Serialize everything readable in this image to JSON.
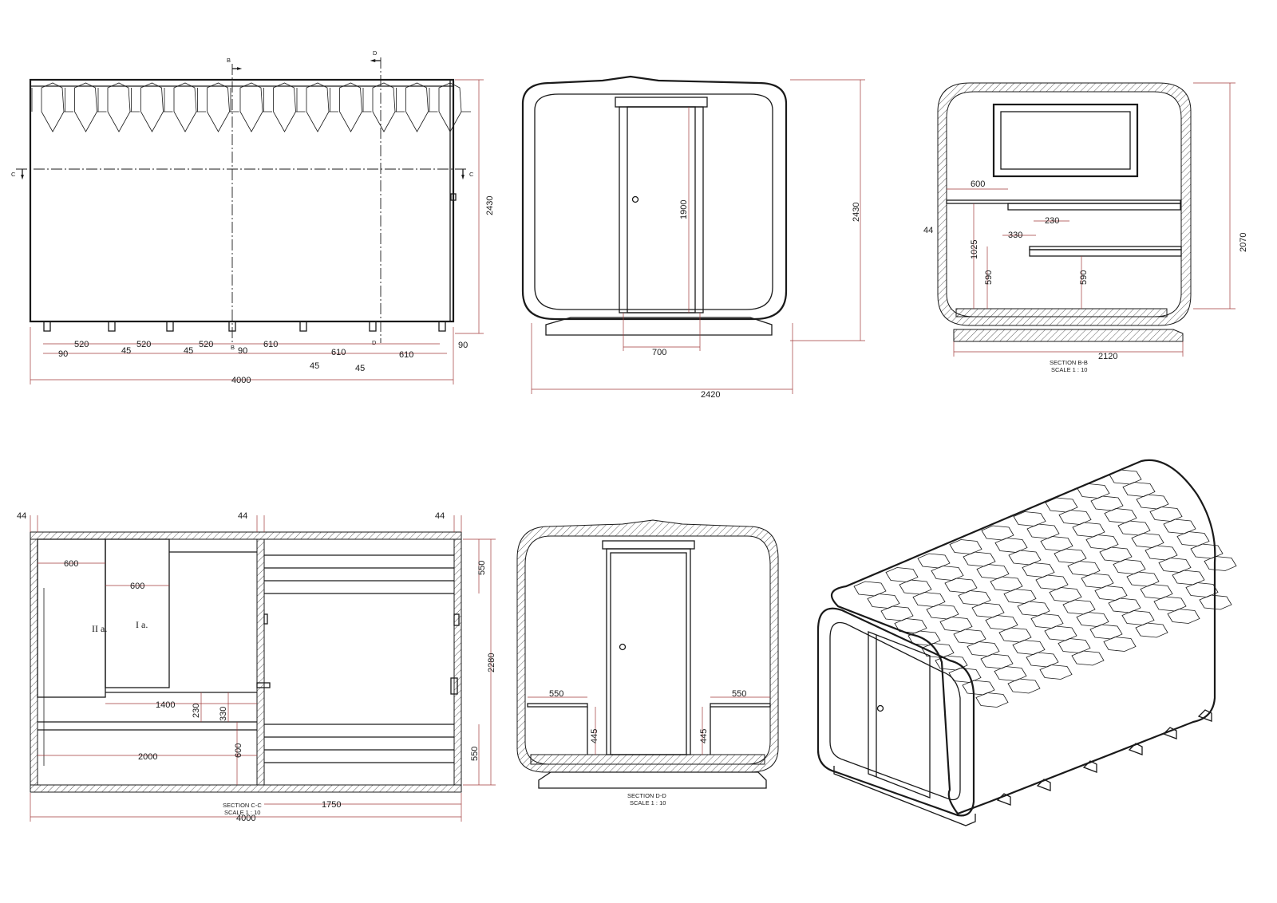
{
  "front_view": {
    "width": "4000",
    "height": "2430",
    "spacings": [
      "520",
      "520",
      "520",
      "610",
      "610",
      "610"
    ],
    "offsets_left": [
      "90",
      "45",
      "45"
    ],
    "offsets_right": [
      "90",
      "45",
      "45"
    ],
    "mid_offset": "90",
    "cut_b": "B",
    "cut_d": "D",
    "cut_c": "C"
  },
  "end_view": {
    "door_height": "1900",
    "door_width": "700",
    "height": "2430",
    "width": "2420"
  },
  "section_bb": {
    "title": "SECTION B-B",
    "scale": "SCALE 1 : 10",
    "bench_depth_top": "600",
    "wall": "44",
    "bench_step_top": "230",
    "bench_step_low": "330",
    "bench_high": "1025",
    "low_left": "590",
    "low_right": "590",
    "height": "2070",
    "width": "2120"
  },
  "section_cc": {
    "title": "SECTION C-C",
    "scale": "SCALE 1 : 10",
    "wall_left": "44",
    "wall_mid": "44",
    "wall_right": "44",
    "bench_upper": "600",
    "bench_lower": "600",
    "label_upper": "I a.",
    "label_lower": "II a.",
    "length_1400": "1400",
    "dim_230": "230",
    "dim_330": "330",
    "length_2000": "2000",
    "dim_600": "600",
    "right_top": "550",
    "right_bot": "550",
    "height": "2280",
    "length_1750": "1750",
    "length_total": "4000"
  },
  "section_dd": {
    "title": "SECTION D-D",
    "scale": "SCALE 1 : 10",
    "bench_left": "550",
    "bench_right": "550",
    "height_left": "445",
    "height_right": "445"
  }
}
